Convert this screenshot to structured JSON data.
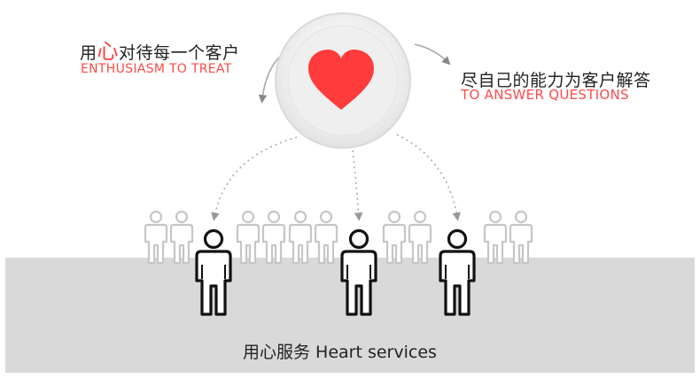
{
  "left_slogan": {
    "cn_prefix": "用",
    "cn_accent": "心",
    "cn_suffix": "对待每一个客户",
    "en": "ENTHUSIASM TO TREAT"
  },
  "right_slogan": {
    "cn": "尽自己的能力为客户解答",
    "en": "TO ANSWER QUESTIONS"
  },
  "caption": "用心服务 Heart services",
  "colors": {
    "accent": "#ff3e3e",
    "heart": "#ff3b3b",
    "floor": "#d9d9d9",
    "figure_fg": "#111111",
    "figure_bg": "#c2c2c2"
  },
  "icons": {
    "center": "heart-icon",
    "people": "person-icon",
    "arrows": "curved-arrow-icon"
  }
}
